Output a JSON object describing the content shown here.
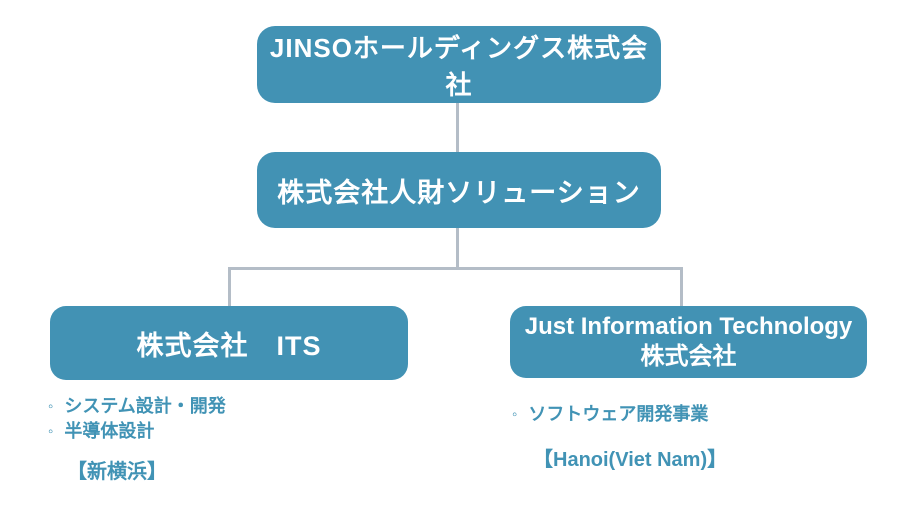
{
  "palette": {
    "background": "#ffffff",
    "box_fill": "#4292b4",
    "box_text": "#ffffff",
    "connector": "#b4bdc7",
    "accent_text": "#4193b5"
  },
  "icons": {
    "bullet": "◦"
  },
  "org": {
    "root": {
      "label": "JINSOホールディングス株式会社"
    },
    "subsidiary": {
      "label": "株式会社人財ソリューション"
    },
    "children": [
      {
        "label_lines": [
          "株式会社　ITS"
        ],
        "bullets": [
          "システム設計・開発",
          "半導体設計"
        ],
        "location": "【新横浜】"
      },
      {
        "label_lines": [
          "Just Information Technology",
          "株式会社"
        ],
        "bullets": [
          "ソフトウェア開発事業"
        ],
        "location": "【Hanoi(Viet Nam)】"
      }
    ]
  }
}
